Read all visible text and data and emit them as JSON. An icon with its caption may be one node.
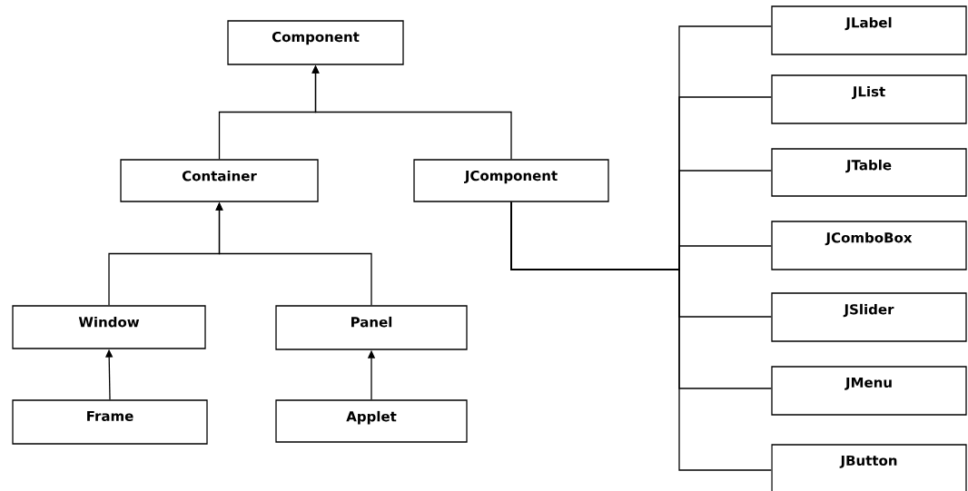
{
  "diagram": {
    "nodes": [
      {
        "text": [
          "Component"
        ]
      },
      {
        "text": [
          "Container"
        ]
      },
      {
        "text": [
          "JComponent"
        ]
      },
      {
        "text": [
          "Window"
        ]
      },
      {
        "text": [
          "Panel"
        ]
      },
      {
        "text": [
          "Frame"
        ]
      },
      {
        "text": [
          "Applet"
        ]
      },
      {
        "text": [
          "JLabel"
        ]
      },
      {
        "text": [
          "JList"
        ]
      },
      {
        "text": [
          "JTable"
        ]
      },
      {
        "text": [
          "JComboBox"
        ]
      },
      {
        "text": [
          "JSlider"
        ]
      },
      {
        "text": [
          "JMenu"
        ]
      },
      {
        "text": [
          "JButton"
        ]
      }
    ],
    "edges": [
      {
        "from": 1,
        "to": 0,
        "arrow": "to"
      },
      {
        "from": 2,
        "to": 0,
        "arrow": "to"
      },
      {
        "from": 3,
        "to": 1,
        "arrow": "to"
      },
      {
        "from": 4,
        "to": 1,
        "arrow": "to"
      },
      {
        "from": 5,
        "to": 3,
        "arrow": "to"
      },
      {
        "from": 6,
        "to": 4,
        "arrow": "to"
      },
      {
        "from": 2,
        "to": 7,
        "arrow": "none"
      },
      {
        "from": 2,
        "to": 8,
        "arrow": "none"
      },
      {
        "from": 2,
        "to": 9,
        "arrow": "none"
      },
      {
        "from": 2,
        "to": 10,
        "arrow": "none"
      },
      {
        "from": 2,
        "to": 11,
        "arrow": "none"
      },
      {
        "from": 2,
        "to": 12,
        "arrow": "none"
      },
      {
        "from": 2,
        "to": 13,
        "arrow": "none"
      }
    ]
  }
}
